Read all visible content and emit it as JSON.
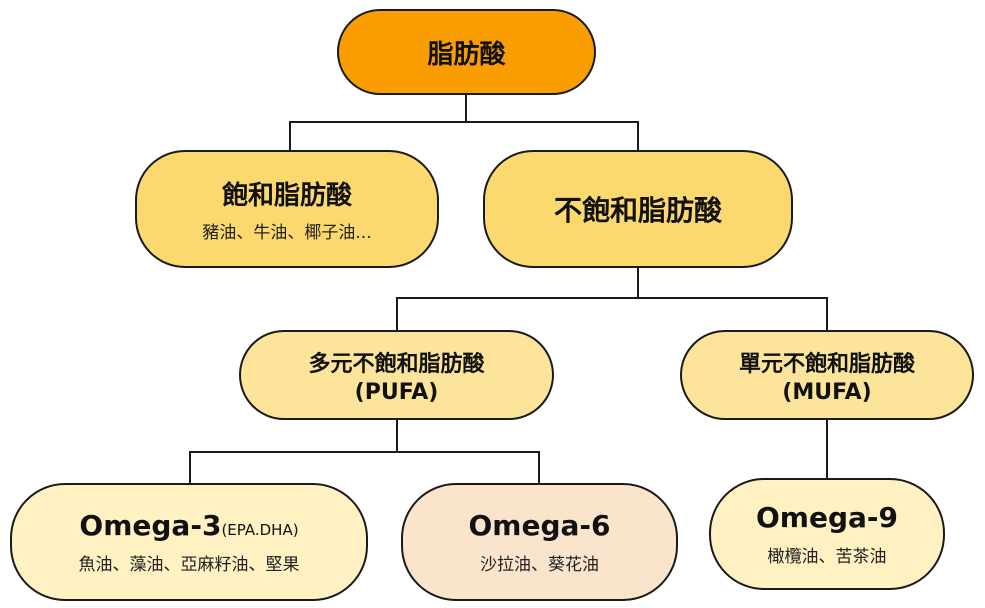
{
  "colors": {
    "root": "#FA9D00",
    "level": "#FCD96E",
    "pufa": "#FCE59A",
    "leaf_light": "#FFF1C2",
    "leaf_omega6": "#FBE4CC",
    "stroke": "#1a1a1a"
  },
  "root": {
    "title": "脂肪酸"
  },
  "saturated": {
    "title": "飽和脂肪酸",
    "examples": "豬油、牛油、椰子油..."
  },
  "unsaturated": {
    "title": "不飽和脂肪酸"
  },
  "pufa": {
    "title": "多元不飽和脂肪酸",
    "abbr": "(PUFA)"
  },
  "mufa": {
    "title": "單元不飽和脂肪酸",
    "abbr": "(MUFA)"
  },
  "omega3": {
    "title": "Omega-3",
    "note": "(EPA.DHA)",
    "examples": "魚油、藻油、亞麻籽油、堅果"
  },
  "omega6": {
    "title": "Omega-6",
    "examples": "沙拉油、葵花油"
  },
  "omega9": {
    "title": "Omega-9",
    "examples": "橄欖油、苦茶油"
  }
}
